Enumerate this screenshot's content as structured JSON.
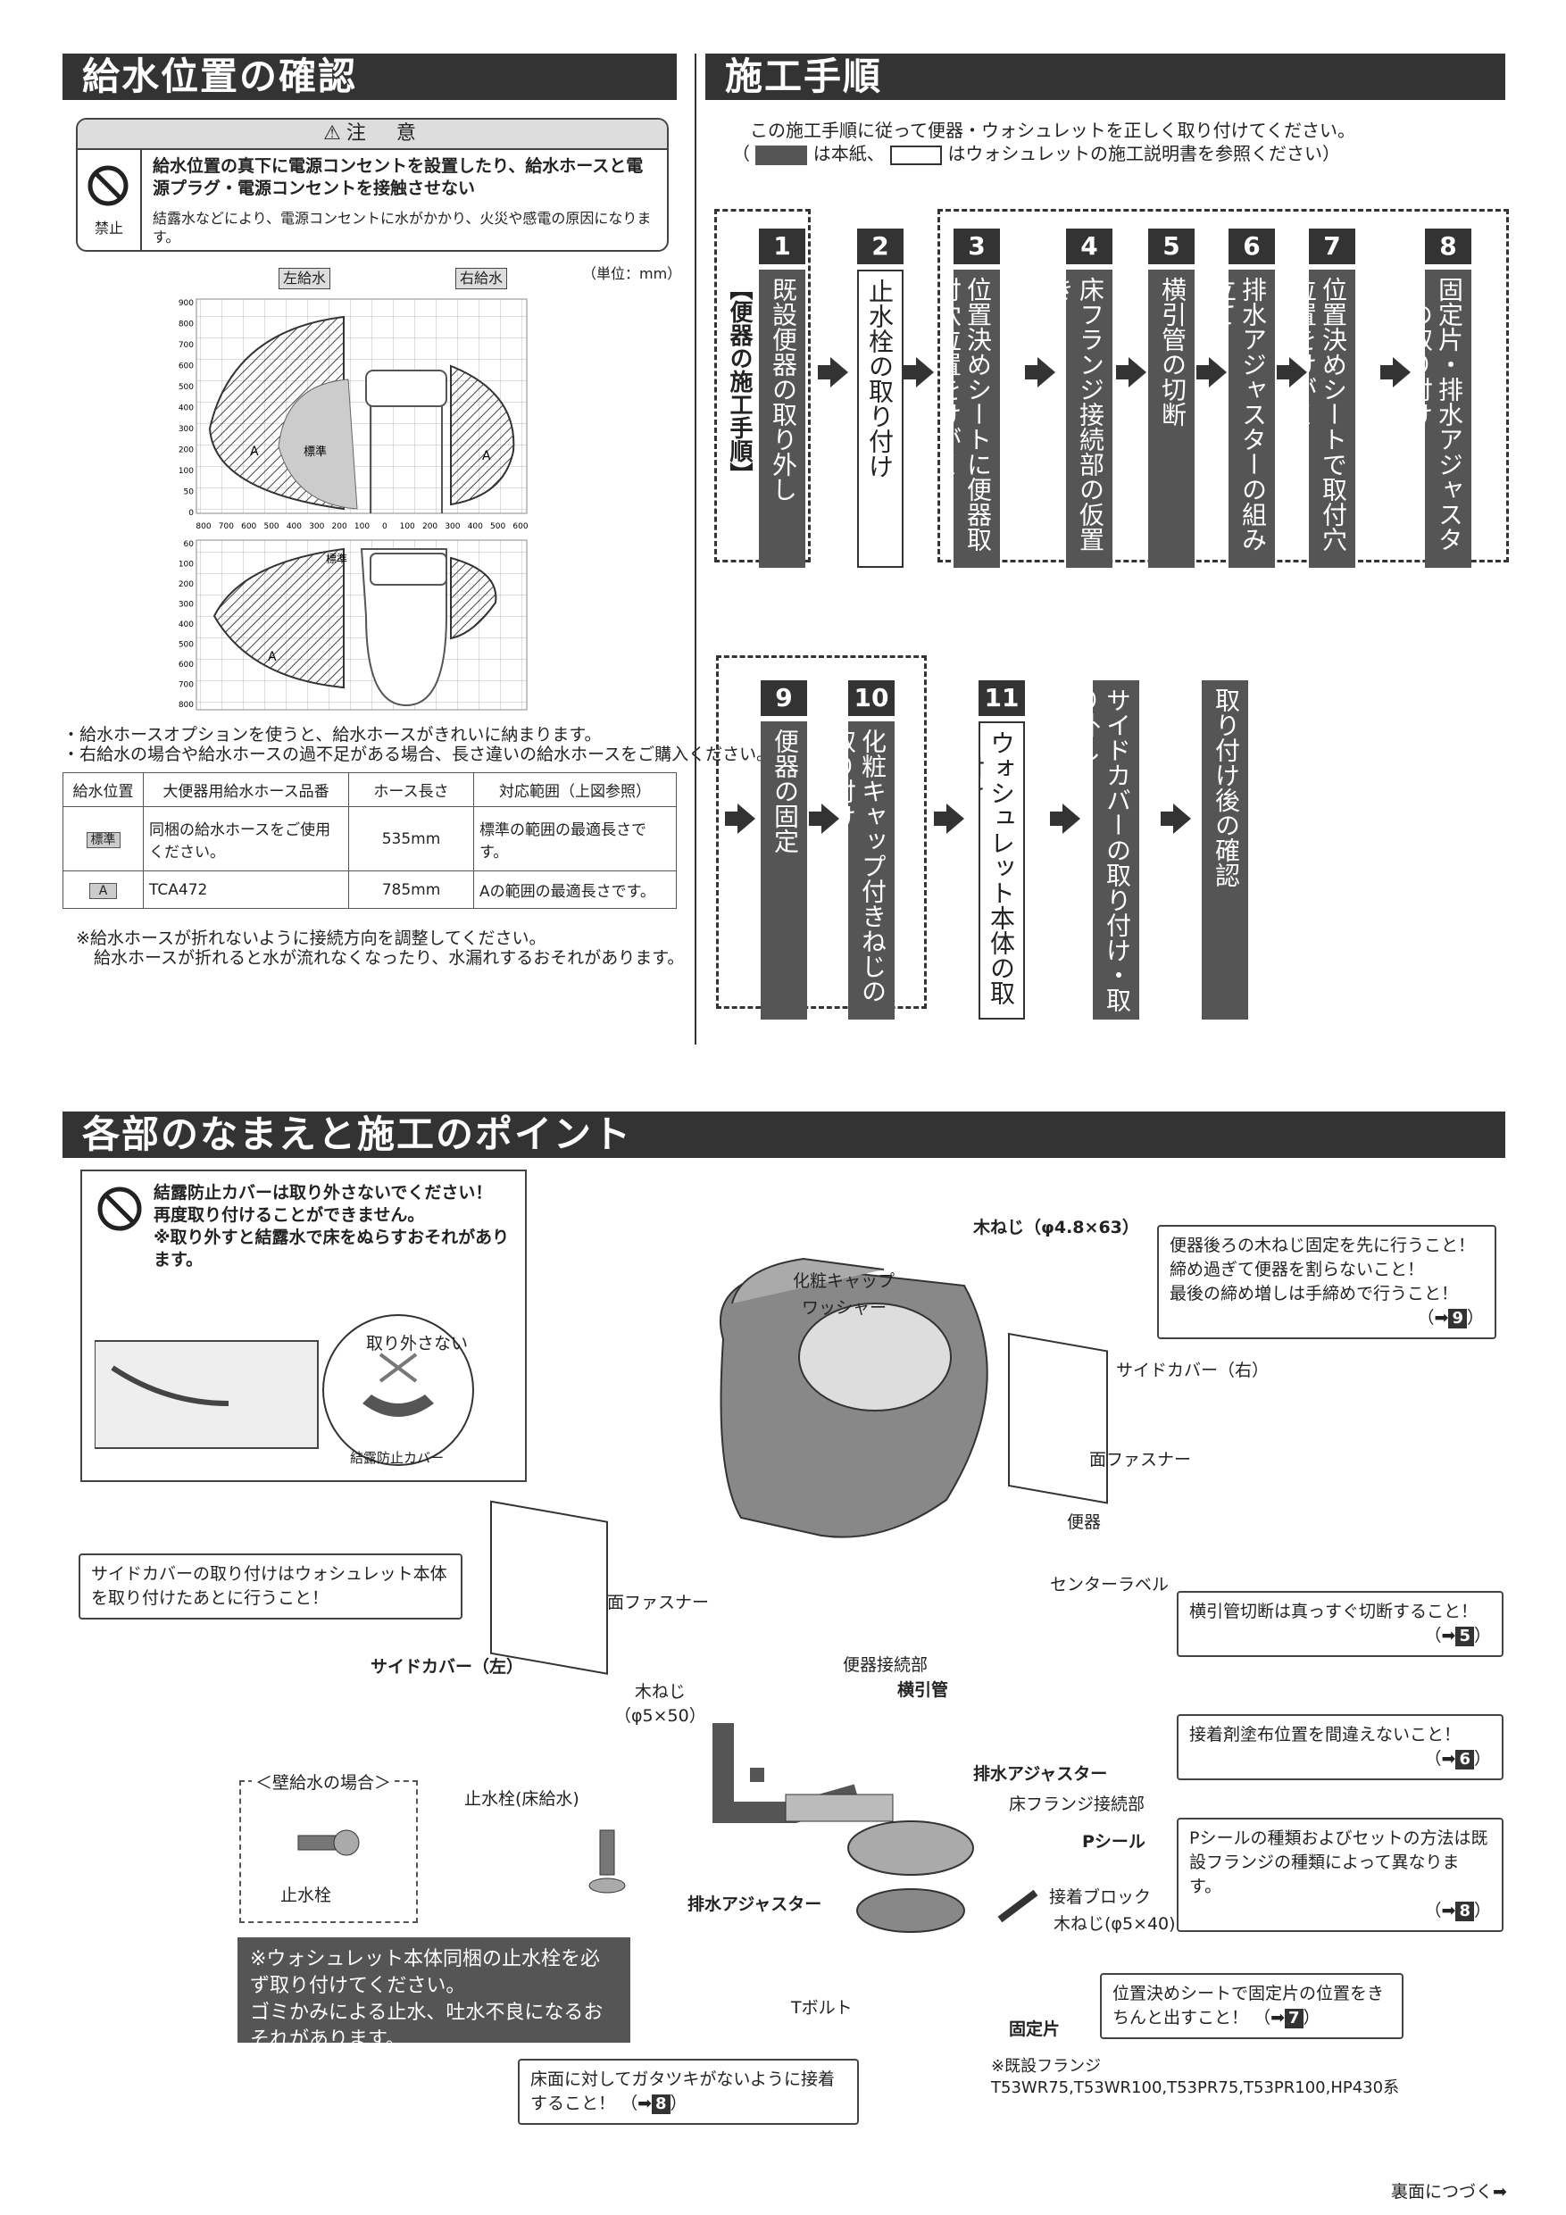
{
  "sec1": {
    "title": "給水位置の確認",
    "caution_title": "⚠注　意",
    "prohib_label": "禁止",
    "caution_msg": "給水位置の真下に電源コンセントを設置したり、給水ホースと電源プラグ・電源コンセントを接触させない",
    "caution_sub": "結露水などにより、電源コンセントに水がかかり、火災や感電の原因になります。",
    "left_tag": "左給水",
    "right_tag": "右給水",
    "unit": "（単位：mm）",
    "y_ticks_top": [
      "900",
      "800",
      "700",
      "600",
      "500",
      "400",
      "300",
      "200",
      "100",
      "50",
      "0"
    ],
    "y_ticks_bottom": [
      "60",
      "100",
      "200",
      "300",
      "400",
      "500",
      "600",
      "700",
      "800"
    ],
    "x_ticks": [
      "800",
      "700",
      "600",
      "500",
      "400",
      "300",
      "200",
      "100",
      "0",
      "100",
      "200",
      "300",
      "400",
      "500",
      "600"
    ],
    "zone_a": "A",
    "zone_std": "標準",
    "note1": "・給水ホースオプションを使うと、給水ホースがきれいに納まります。",
    "note2": "・右給水の場合や給水ホースの過不足がある場合、長さ違いの給水ホースをご購入ください。",
    "table": {
      "headers": [
        "給水位置",
        "大便器用給水ホース品番",
        "ホース長さ",
        "対応範囲（上図参照）"
      ],
      "row1": [
        "標準",
        "同梱の給水ホースをご使用ください。",
        "535mm",
        "標準の範囲の最適長さです。"
      ],
      "row2": [
        "A",
        "TCA472",
        "785mm",
        "Aの範囲の最適長さです。"
      ]
    },
    "footnote1": "※給水ホースが折れないように接続方向を調整してください。",
    "footnote2": "給水ホースが折れると水が流れなくなったり、水漏れするおそれがあります。"
  },
  "sec2": {
    "title": "施工手順",
    "intro1": "この施工手順に従って便器・ウォシュレットを正しく取り付けてください。",
    "intro2a": "（",
    "intro2b": "は本紙、",
    "intro2c": "はウォシュレットの施工説明書を参照ください）",
    "group_label": "【便器の施工手順】",
    "steps": [
      {
        "n": "1",
        "t": "既設便器の取り外し"
      },
      {
        "n": "2",
        "t": "止水栓の取り付け"
      },
      {
        "n": "3",
        "t": "位置決めシートに便器取付穴位置をけがく"
      },
      {
        "n": "4",
        "t": "床フランジ接続部の仮置き"
      },
      {
        "n": "5",
        "t": "横引管の切断"
      },
      {
        "n": "6",
        "t": "排水アジャスターの組み立て"
      },
      {
        "n": "7",
        "t": "位置決めシートで取付穴位置をけがく"
      },
      {
        "n": "8",
        "t": "固定片・排水アジャスターの取り付け"
      },
      {
        "n": "9",
        "t": "便器の固定"
      },
      {
        "n": "10",
        "t": "化粧キャップ付きねじの取り付け"
      },
      {
        "n": "11",
        "t": "ウォシュレット本体の取り付け"
      },
      {
        "n": "",
        "t": "サイドカバーの取り付け・取り外し"
      },
      {
        "n": "",
        "t": "取り付け後の確認"
      }
    ]
  },
  "sec3": {
    "title": "各部のなまえと施工のポイント",
    "box1": "結露防止カバーは取り外さないでください！\n再度取り付けることができません。\n※取り外すと結露水で床をぬらすおそれがあります。",
    "remove_ng": "取り外さない",
    "cover_label": "結露防止カバー",
    "screw_big": "木ねじ（φ4.8×63）",
    "cap": "化粧キャップ",
    "washer": "ワッシャー",
    "callout_screw": "便器後ろの木ねじ固定を先に行うこと！\n締め過ぎて便器を割らないこと！\n最後の締め増しは手締めで行うこと！",
    "ref9": "9",
    "side_right": "サイドカバー（右）",
    "fastener_r": "面ファスナー",
    "bowl": "便器",
    "center_label": "センターラベル",
    "callout_pipe": "横引管切断は真っすぐ切断すること！",
    "ref5": "5",
    "callout_side": "サイドカバーの取り付けはウォシュレット本体を取り付けたあとに行うこと！",
    "fastener_l": "面ファスナー",
    "side_left": "サイドカバー（左）",
    "screw_small": "木ねじ\n（φ5×50）",
    "bowl_conn": "便器接続部",
    "lateral": "横引管",
    "callout_glue": "接着剤塗布位置を間違えないこと！",
    "ref6": "6",
    "adjuster": "排水アジャスター",
    "floor_conn": "床フランジ接続部",
    "pseal": "Pシール",
    "callout_pseal": "Pシールの種類およびセットの方法は既設フランジの種類によって異なります。",
    "ref8": "8",
    "wall_supply": "＜壁給水の場合＞",
    "stopcock": "止水栓",
    "stopcock_floor": "止水栓(床給水)",
    "adjuster2": "排水アジャスター",
    "glue_block": "接着ブロック",
    "screw_40": "木ねじ(φ5×40)",
    "darkbox": "※ウォシュレット本体同梱の止水栓を必ず取り付けてください。\nゴミかみによる止水、吐水不良になるおそれがあります。",
    "tbolt": "Tボルト",
    "fixed": "固定片",
    "callout_fix": "位置決めシートで固定片の位置をきちんと出すこと！",
    "ref7": "7",
    "callout_floor": "床面に対してガタツキがないように接着すること！",
    "ref8b": "8",
    "flange_note": "※既設フランジ",
    "flange_models": "T53WR75,T53WR100,T53PR75,T53PR100,HP430系",
    "next": "裏面につづく➡"
  }
}
